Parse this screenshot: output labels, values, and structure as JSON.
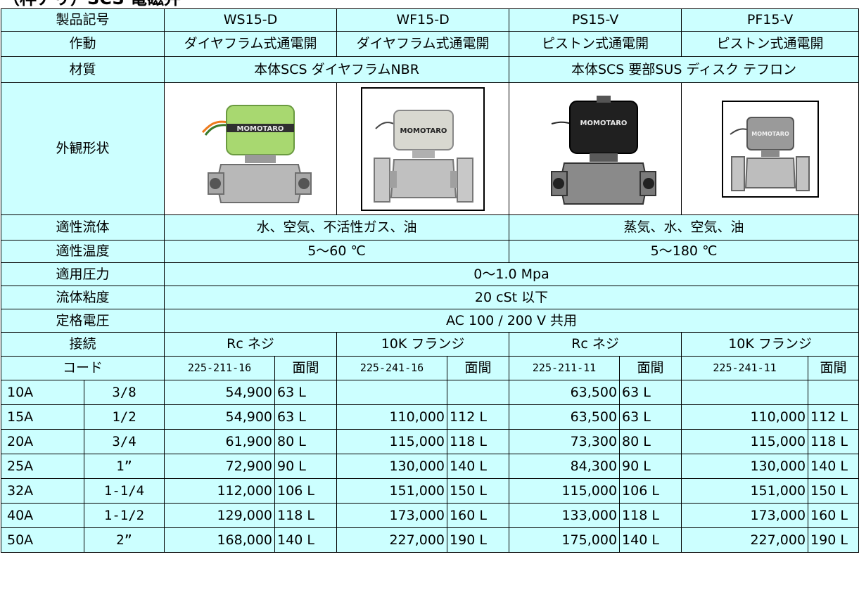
{
  "title": "（枠アリ）SCS 電磁弁",
  "header": {
    "product_code_label": "製品記号",
    "models": [
      "WS15-D",
      "WF15-D",
      "PS15-V",
      "PF15-V"
    ]
  },
  "operation": {
    "label": "作動",
    "values": [
      "ダイヤフラム式通電開",
      "ダイヤフラム式通電開",
      "ピストン式通電開",
      "ピストン式通電開"
    ]
  },
  "material": {
    "label": "材質",
    "diaphragm_models": "本体SCS ダイヤフラムNBR",
    "piston_models": "本体SCS 要部SUS ディスク テフロン"
  },
  "appearance": {
    "label": "外観形状",
    "brand_text": "MOMOTARO",
    "coil_colors": [
      "#a8d870",
      "#d8d8d0",
      "#202020",
      "#9a9a9a"
    ]
  },
  "fluid": {
    "label": "適性流体",
    "diaphragm_models": "水、空気、不活性ガス、油",
    "piston_models": "蒸気、水、空気、油"
  },
  "temperature": {
    "label": "適性温度",
    "diaphragm_models": "5〜60 ℃",
    "piston_models": "5〜180 ℃"
  },
  "pressure": {
    "label": "適用圧力",
    "value": "0〜1.0 Mpa"
  },
  "viscosity": {
    "label": "流体粘度",
    "value": "20 cSt 以下"
  },
  "voltage": {
    "label": "定格電圧",
    "value": "AC 100 / 200 V 共用"
  },
  "connection": {
    "label": "接続",
    "values": [
      "Rc ネジ",
      "10K フランジ",
      "Rc ネジ",
      "10K フランジ"
    ]
  },
  "code_row": {
    "label": "コード",
    "codes": [
      "225-211-16",
      "225-241-16",
      "225-211-11",
      "225-241-11"
    ],
    "face_label": "面間"
  },
  "sizes": [
    {
      "nominal": "10A",
      "inch": "3/8",
      "cells": [
        "54,900",
        "63 L",
        "",
        "",
        "63,500",
        "63 L",
        "",
        ""
      ]
    },
    {
      "nominal": "15A",
      "inch": "1/2",
      "cells": [
        "54,900",
        "63 L",
        "110,000",
        "112 L",
        "63,500",
        "63 L",
        "110,000",
        "112 L"
      ]
    },
    {
      "nominal": "20A",
      "inch": "3/4",
      "cells": [
        "61,900",
        "80 L",
        "115,000",
        "118 L",
        "73,300",
        "80 L",
        "115,000",
        "118 L"
      ]
    },
    {
      "nominal": "25A",
      "inch": "1”",
      "cells": [
        "72,900",
        "90 L",
        "130,000",
        "140 L",
        "84,300",
        "90 L",
        "130,000",
        "140 L"
      ]
    },
    {
      "nominal": "32A",
      "inch": "1-1/4",
      "cells": [
        "112,000",
        "106 L",
        "151,000",
        "150 L",
        "115,000",
        "106 L",
        "151,000",
        "150 L"
      ]
    },
    {
      "nominal": "40A",
      "inch": "1-1/2",
      "cells": [
        "129,000",
        "118 L",
        "173,000",
        "160 L",
        "133,000",
        "118 L",
        "173,000",
        "160 L"
      ]
    },
    {
      "nominal": "50A",
      "inch": "2”",
      "cells": [
        "168,000",
        "140 L",
        "227,000",
        "190 L",
        "175,000",
        "140 L",
        "227,000",
        "190 L"
      ]
    }
  ]
}
